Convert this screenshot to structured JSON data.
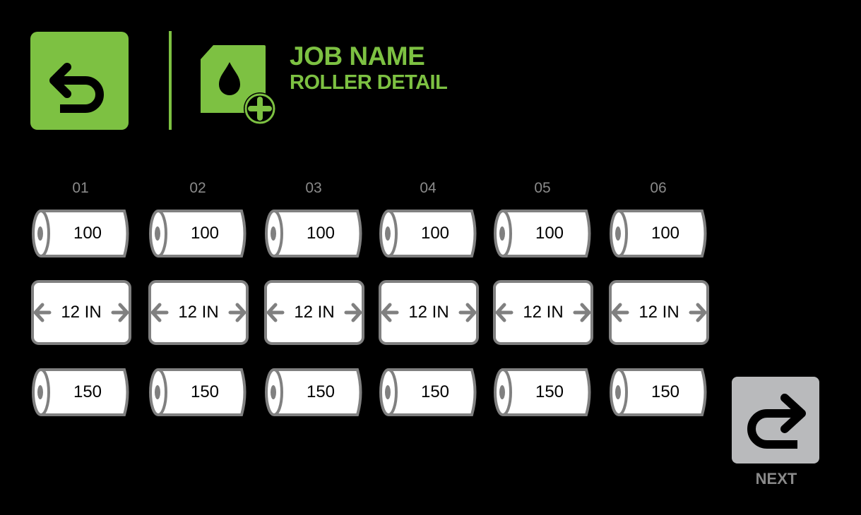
{
  "header": {
    "title": "JOB NAME",
    "subtitle": "ROLLER DETAIL",
    "back_icon": "undo-arrow-icon",
    "job_icon": "ink-document-add-icon",
    "accent_color": "#7dc142"
  },
  "columns": [
    {
      "label": "01",
      "top_roller": "100",
      "width": "12 IN",
      "bottom_roller": "150"
    },
    {
      "label": "02",
      "top_roller": "100",
      "width": "12 IN",
      "bottom_roller": "150"
    },
    {
      "label": "03",
      "top_roller": "100",
      "width": "12 IN",
      "bottom_roller": "150"
    },
    {
      "label": "04",
      "top_roller": "100",
      "width": "12 IN",
      "bottom_roller": "150"
    },
    {
      "label": "05",
      "top_roller": "100",
      "width": "12 IN",
      "bottom_roller": "150"
    },
    {
      "label": "06",
      "top_roller": "100",
      "width": "12 IN",
      "bottom_roller": "150"
    }
  ],
  "next": {
    "label": "NEXT",
    "icon": "redo-arrow-icon",
    "color": "#b9babc"
  }
}
